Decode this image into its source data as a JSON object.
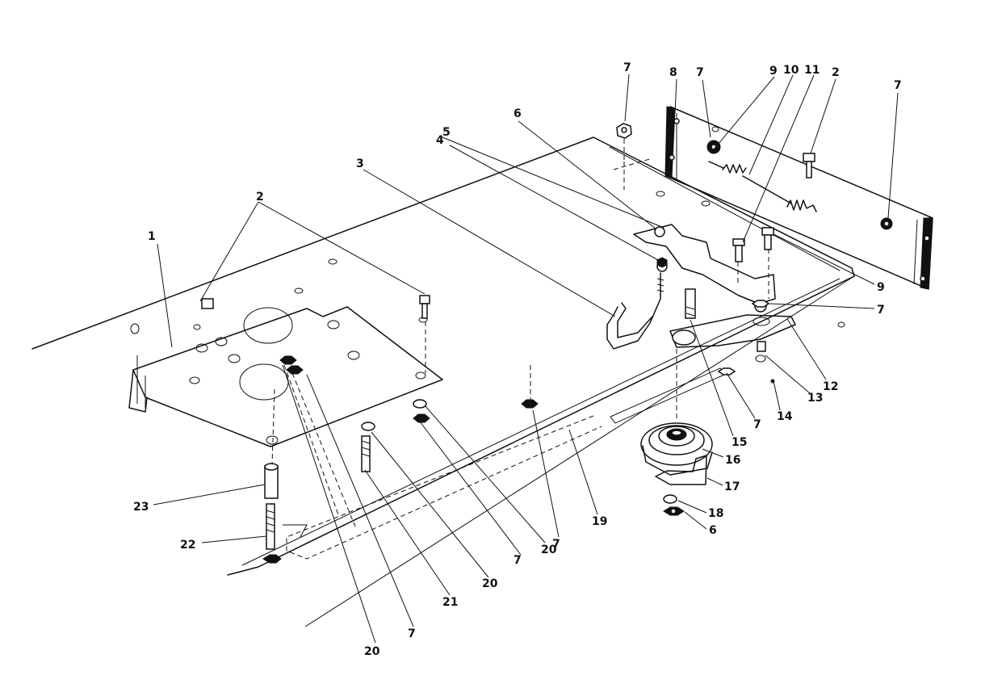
{
  "diagram": {
    "callouts": {
      "c1": "1",
      "c2a": "2",
      "c2b": "2",
      "c3": "3",
      "c4": "4",
      "c5": "5",
      "c6a": "6",
      "c6b": "6",
      "c7a": "7",
      "c7b": "7",
      "c7c": "7",
      "c7d": "7",
      "c7e": "7",
      "c7f": "7",
      "c7g": "7",
      "c7h": "7",
      "c8": "8",
      "c9a": "9",
      "c9b": "9",
      "c10": "10",
      "c11": "11",
      "c12": "12",
      "c13": "13",
      "c14": "14",
      "c15": "15",
      "c16": "16",
      "c17": "17",
      "c18": "18",
      "c19": "19",
      "c20a": "20",
      "c20b": "20",
      "c20c": "20",
      "c21": "21",
      "c22": "22",
      "c23": "23"
    }
  }
}
